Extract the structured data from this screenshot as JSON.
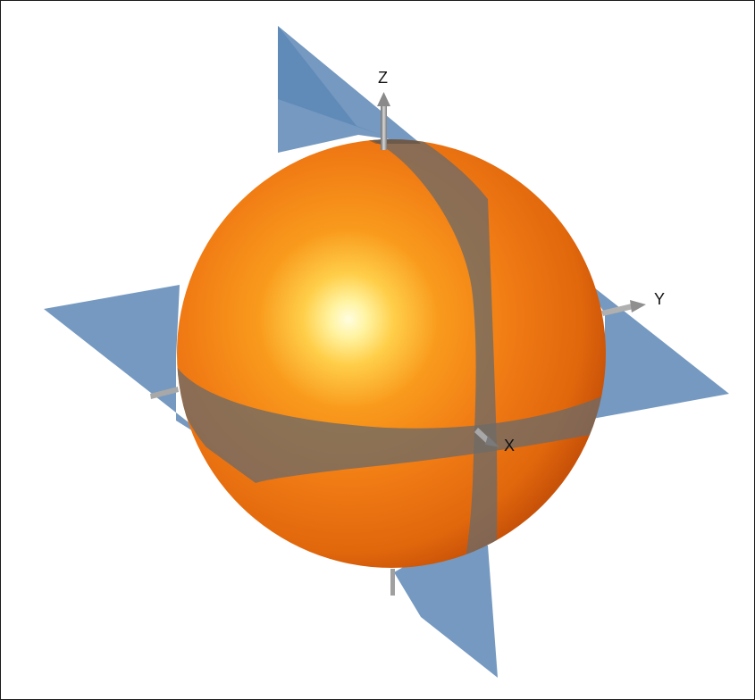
{
  "axes": {
    "x_label": "X",
    "y_label": "Y",
    "z_label": "Z"
  },
  "colors": {
    "sphere_base": "#f07a14",
    "sphere_highlight": "#fffbd0",
    "sphere_shadow": "#c85208",
    "plane_fill": "#5d87b5",
    "plane_on_sphere": "#7a6a58",
    "axis_arrow": "#9a9a9a",
    "frame_border": "#1a1a1a"
  }
}
